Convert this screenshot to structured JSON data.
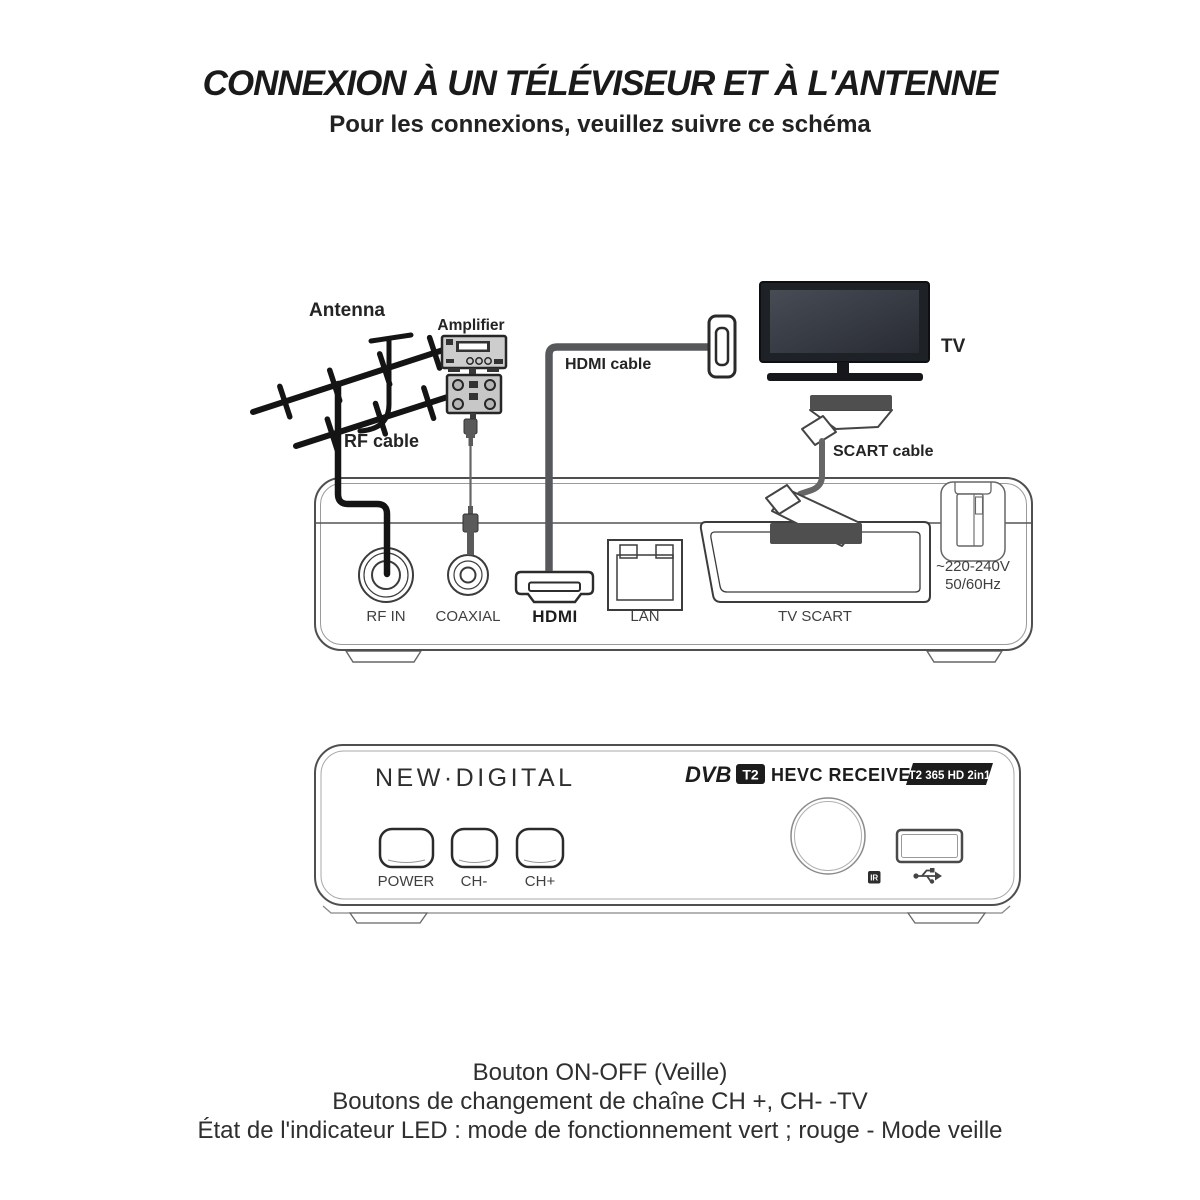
{
  "header": {
    "title": "CONNEXION À UN TÉLÉVISEUR ET À L'ANTENNE",
    "subtitle": "Pour les connexions, veuillez suivre ce schéma"
  },
  "diagram": {
    "labels": {
      "antenna": "Antenna",
      "amplifier": "Amplifier",
      "rf_cable": "RF cable",
      "hdmi_cable": "HDMI cable",
      "tv": "TV",
      "scart_cable": "SCART cable"
    },
    "back_panel": {
      "rf_in": "RF IN",
      "coaxial": "COAXIAL",
      "hdmi": "HDMI",
      "lan": "LAN",
      "tv_scart": "TV SCART",
      "power_rating_line1": "~220-240V",
      "power_rating_line2": "50/60Hz"
    },
    "front_panel": {
      "brand": "NEW·DIGITAL",
      "logo_dvb": "DVB",
      "logo_t2": "T2",
      "logo_receiver": "HEVC RECEIVER",
      "model_badge": "T2 365 HD 2in1",
      "btn_power": "POWER",
      "btn_ch_minus": "CH-",
      "btn_ch_plus": "CH+",
      "ir": "IR"
    }
  },
  "footer": {
    "lines": [
      "Bouton ON-OFF (Veille)",
      "Boutons de changement de chaîne CH +, CH- -TV",
      "État de l'indicateur LED : mode de fonctionnement vert ; rouge - Mode veille"
    ]
  },
  "colors": {
    "ink": "#1a1a1a",
    "panel_line": "#4f4f4f",
    "port_line": "#3c3c3c",
    "cable_gray": "#56585c",
    "device_gray": "#c9c9c9",
    "tv_dark": "#1e2126",
    "badge_black": "#1c1c1c"
  }
}
